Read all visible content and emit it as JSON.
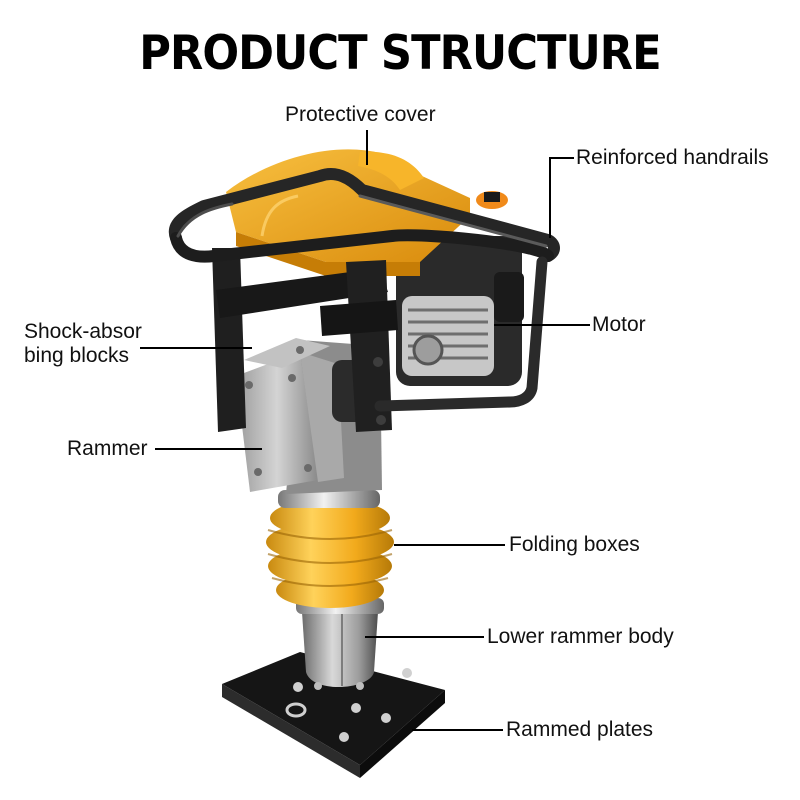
{
  "title": "PRODUCT STRUCTURE",
  "labels": {
    "protective_cover": "Protective cover",
    "reinforced_handrails": "Reinforced handrails",
    "shock_absorbing_line1": "Shock-absor",
    "shock_absorbing_line2": "bing blocks",
    "motor": "Motor",
    "rammer": "Rammer",
    "folding_boxes": "Folding boxes",
    "lower_rammer_body": "Lower rammer body",
    "rammed_plates": "Rammed plates"
  },
  "colors": {
    "cover_yellow": "#f2a81c",
    "bellows_yellow": "#f6b624",
    "frame_black": "#1e1e1e",
    "housing_gray": "#b8b8b8",
    "metal_silver": "#d7d7d7"
  }
}
